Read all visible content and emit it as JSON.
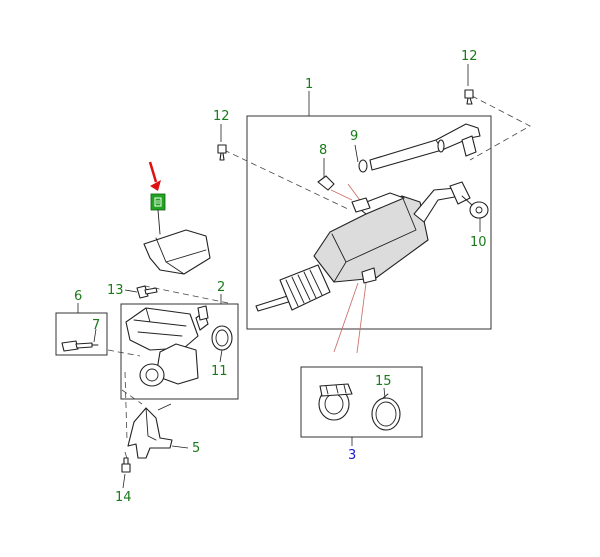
{
  "colors": {
    "callout_green": "#1a7a1a",
    "callout_blue": "#1a1acc",
    "arrow_red": "#dd1111",
    "badge_green": "#22a322",
    "red_leader": "#d07070"
  },
  "callouts": {
    "c1": "1",
    "c2": "2",
    "c3": "3",
    "c5": "5",
    "c6": "6",
    "c7": "7",
    "c8": "8",
    "c9": "9",
    "c10": "10",
    "c11": "11",
    "c12a": "12",
    "c12b": "12",
    "c13": "13",
    "c14": "14",
    "c15": "15"
  },
  "badge": {
    "icon": "info-badge-icon"
  }
}
